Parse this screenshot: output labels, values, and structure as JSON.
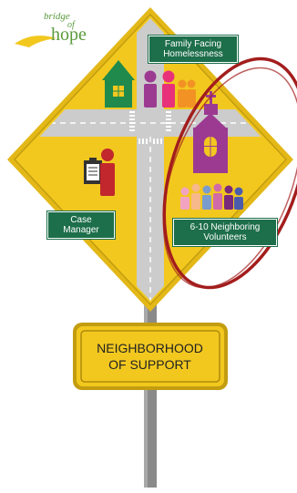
{
  "logo": {
    "line1": "bridge",
    "line2": "of",
    "line3": "hope"
  },
  "labels": {
    "family": "Family Facing Homelessness",
    "case_manager": "Case Manager",
    "volunteers": "6-10 Neighboring Volunteers"
  },
  "sign": {
    "line1": "NEIGHBORHOOD",
    "line2": "OF SUPPORT"
  },
  "colors": {
    "sign_yellow": "#f2c81f",
    "sign_border": "#a88a10",
    "road": "#c9c9c9",
    "label_green": "#1d6e4a",
    "highlight_red": "#a31d1d",
    "house_green": "#1f8a4c",
    "church_purple": "#9c3a92",
    "logo_green": "#5a9a3c"
  }
}
